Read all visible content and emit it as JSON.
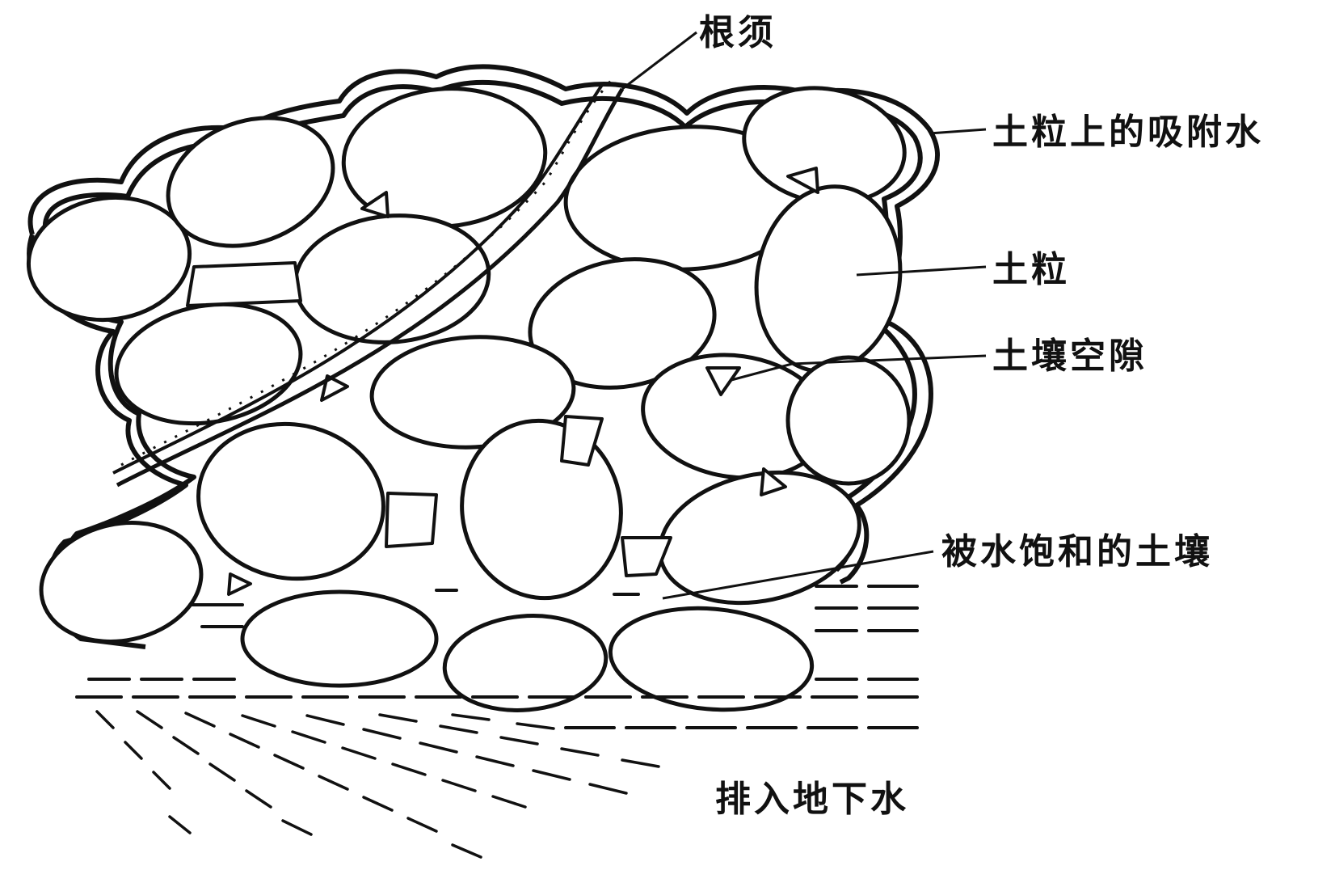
{
  "colors": {
    "ink": "#111111",
    "background": "#ffffff"
  },
  "labels": {
    "root_hair": "根须",
    "adsorbed_water": "土粒上的吸附水",
    "soil_particle": "土粒",
    "soil_pore": "土壤空隙",
    "saturated_soil": "被水饱和的土壤",
    "drain_to_groundwater": "排入地下水"
  }
}
